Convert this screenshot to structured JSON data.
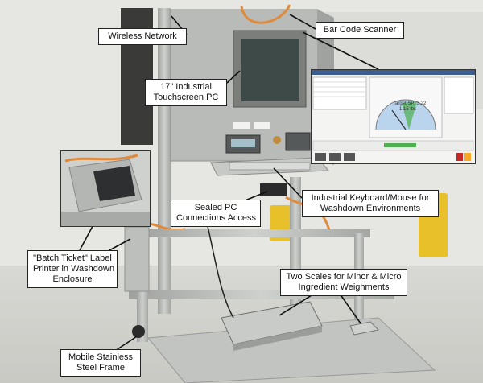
{
  "callouts": {
    "wireless_network": "Wireless Network",
    "bar_code_scanner": "Bar Code Scanner",
    "touchscreen_line1": "17\" Industrial",
    "touchscreen_line2": "Touchscreen PC",
    "keyboard_line1": "Industrial Keyboard/Mouse for",
    "keyboard_line2": "Washdown Environments",
    "sealed_pc_line1": "Sealed PC",
    "sealed_pc_line2": "Connections Access",
    "label_printer_line1": "\"Batch Ticket\" Label",
    "label_printer_line2": "Printer in Washdown",
    "label_printer_line3": "Enclosure",
    "scales_line1": "Two Scales for Minor & Micro",
    "scales_line2": "Ingredient Weighments",
    "frame_line1": "Mobile Stainless",
    "frame_line2": "Steel Frame"
  },
  "screen_inset": {
    "gauge_target": "Target SP: 3.22",
    "gauge_value": "1.15 lbs"
  },
  "colors": {
    "stainless": "#b7b9b6",
    "background": "#e9e9e6",
    "cable_orange": "#e08a3c",
    "bucket_yellow": "#e8c12a",
    "gauge_green": "#4caf50"
  }
}
